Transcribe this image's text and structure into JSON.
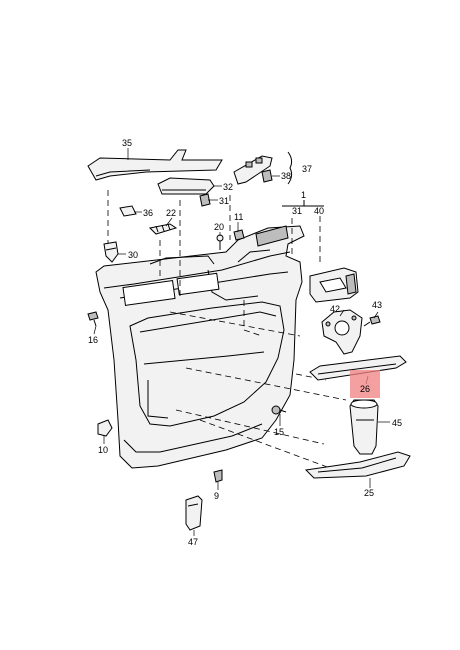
{
  "highlight_color": "#f08080",
  "labels": {
    "p1": "1",
    "p9": "9",
    "p10": "10",
    "p11": "11",
    "p15": "15",
    "p16": "16",
    "p20": "20",
    "p22": "22",
    "p25": "25",
    "p26": "26",
    "p30": "30",
    "p31a": "31",
    "p31b": "31",
    "p32": "32",
    "p35": "35",
    "p36": "36",
    "p37": "37",
    "p38": "38",
    "p40": "40",
    "p42": "42",
    "p43": "43",
    "p45": "45",
    "p47": "47"
  }
}
